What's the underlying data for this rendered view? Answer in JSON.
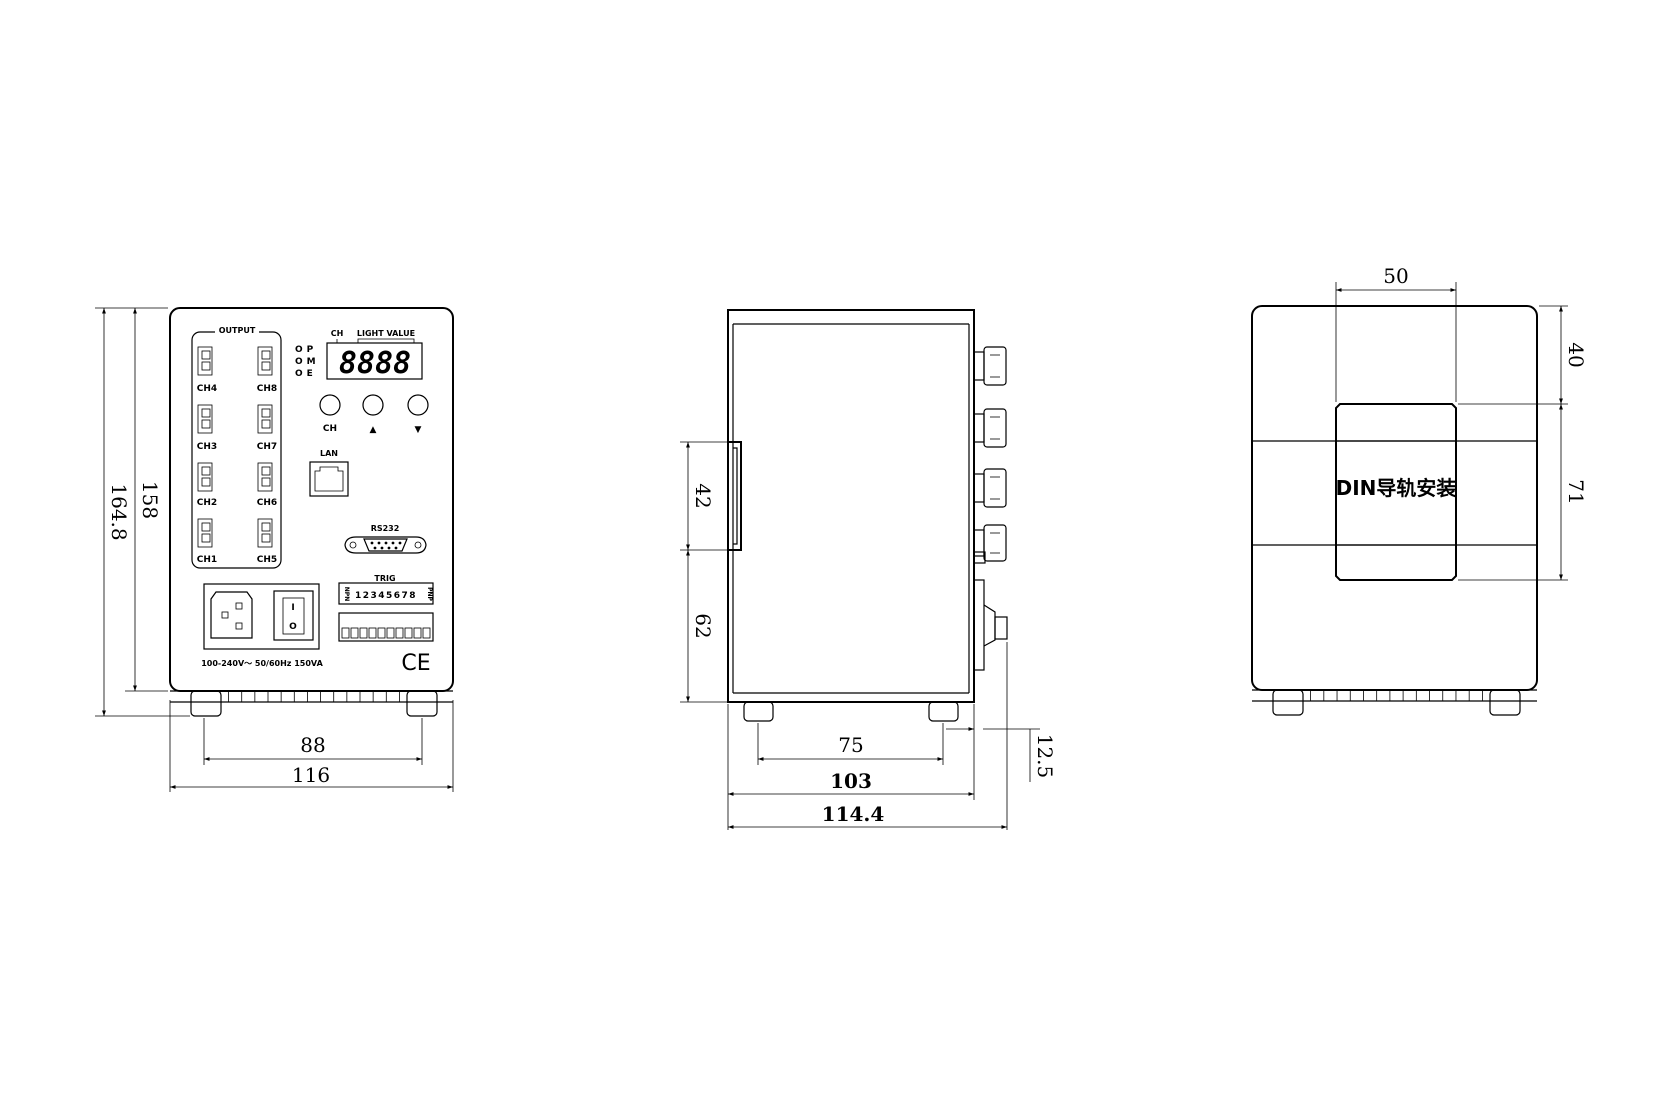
{
  "front_view": {
    "output_title": "OUTPUT",
    "channels": [
      "CH4",
      "CH8",
      "CH3",
      "CH7",
      "CH2",
      "CH6",
      "CH1",
      "CH5"
    ],
    "status_leds": [
      "OP",
      "OM",
      "OE"
    ],
    "display_ch_label": "CH",
    "display_value_label": "LIGHT VALUE",
    "display_digits": "8888",
    "buttons": [
      "CH",
      "▲",
      "▼"
    ],
    "lan_label": "LAN",
    "rs232_label": "RS232",
    "trig_label": "TRIG",
    "trig_numbers": "12345678",
    "trig_side_left": "NPN",
    "trig_side_right": "PNP",
    "switch_on": "I",
    "switch_off": "O",
    "power_rating": "100-240V～ 50/60Hz 150VA",
    "ce_mark": "CE",
    "dim_height_inner": "158",
    "dim_height_outer": "164.8",
    "dim_feet_span": "88",
    "dim_width": "116"
  },
  "side_view": {
    "dim_rail_slot": "42",
    "dim_rail_below": "62",
    "dim_feet_span": "75",
    "dim_depth": "103",
    "dim_depth_total": "114.4",
    "dim_protrusion": "12.5"
  },
  "back_view": {
    "din_label": "DIN导轨安装",
    "dim_rail_width": "50",
    "dim_top_offset": "40",
    "dim_rail_height": "71"
  }
}
